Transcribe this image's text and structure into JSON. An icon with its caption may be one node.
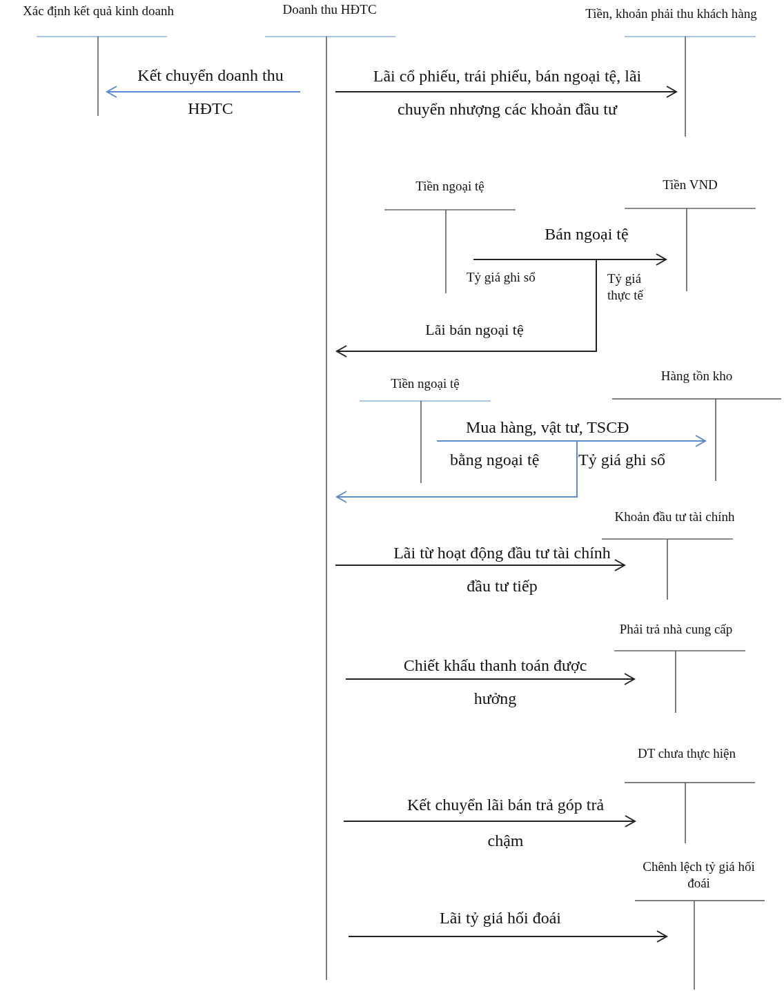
{
  "diagram": {
    "nodes": [
      {
        "text": [
          "Xác định kết quả kinh doanh"
        ]
      },
      {
        "text": [
          "Doanh thu HĐTC"
        ]
      },
      {
        "text": [
          "Tiền, khoản phải thu khách hàng"
        ]
      },
      {
        "text": [
          "Tiền ngoại tệ"
        ]
      },
      {
        "text": [
          "Tiền VND"
        ]
      },
      {
        "text": [
          "Tiền ngoại tệ"
        ]
      },
      {
        "text": [
          "Hàng tồn kho"
        ]
      },
      {
        "text": [
          "Khoản đầu tư tài chính"
        ]
      },
      {
        "text": [
          "Phải trả nhà cung cấp"
        ]
      },
      {
        "text": [
          "DT chưa thực hiện"
        ]
      },
      {
        "text": [
          "Chênh lệch tỷ giá hối đoái"
        ]
      }
    ],
    "edges": [
      {
        "from": 1,
        "to": 0,
        "arrow": "to",
        "label": "Kết chuyển doanh thu HĐTC",
        "color": "#5b8bd0"
      },
      {
        "from": 1,
        "to": 2,
        "arrow": "to",
        "label": "Lãi cổ phiếu, trái phiếu, bán ngoại tệ, lãi chuyển nhượng các khoản đầu tư"
      },
      {
        "from": 3,
        "to": 4,
        "arrow": "to",
        "label": "Bán ngoại tệ"
      },
      {
        "from": 3,
        "to": 1,
        "arrow": "to",
        "label": "Lãi bán ngoại tệ"
      },
      {
        "from": 5,
        "to": 6,
        "arrow": "to",
        "label": "Mua hàng, vật tư, TSCĐ bằng ngoại tệ",
        "color": "#5b8bd0"
      },
      {
        "from": 5,
        "to": 1,
        "arrow": "to",
        "color": "#5b8bd0"
      },
      {
        "from": 1,
        "to": 7,
        "arrow": "to",
        "label": "Lãi từ hoạt động đầu tư tài chính đầu tư tiếp"
      },
      {
        "from": 1,
        "to": 8,
        "arrow": "to",
        "label": "Chiết khấu thanh toán được hưởng"
      },
      {
        "from": 1,
        "to": 9,
        "arrow": "to",
        "label": "Kết chuyển lãi bán trả góp trả chậm"
      },
      {
        "from": 1,
        "to": 10,
        "arrow": "to",
        "label": "Lãi tỷ giá hối đoái"
      }
    ],
    "labels": [
      "Tỷ giá ghi sổ",
      "Tỷ giá thực tế",
      "Tỷ giá ghi sổ"
    ]
  }
}
